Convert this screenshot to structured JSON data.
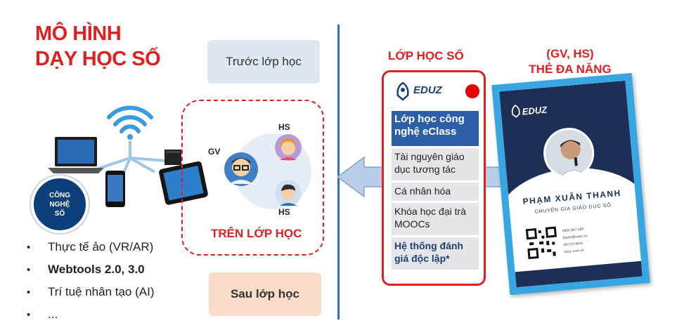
{
  "title": {
    "line1": "MÔ HÌNH",
    "line2": "DẠY HỌC SỐ"
  },
  "phases": {
    "before": "Trước lớp học",
    "during": "TRÊN LỚP HỌC",
    "after": "Sau lớp học"
  },
  "roles": {
    "teacher": "GV",
    "student_top": "HS",
    "student_bottom": "HS"
  },
  "tech_badge": {
    "line1": "CÔNG",
    "line2": "NGHỆ",
    "line3": "SỐ"
  },
  "bullets": {
    "items": [
      "Thực tế ảo (VR/AR)",
      "Webtools 2.0, 3.0",
      "Trí tuệ nhân tạo (AI)",
      "..."
    ],
    "symbol": "•"
  },
  "digital_class": {
    "title": "LỚP HỌC SỐ",
    "logo": "EDUZ",
    "items": [
      "Lớp học công nghệ eClass",
      "Tài nguyên giáo dục tương tác",
      "Cá nhân hóa",
      "Khóa học đại trà MOOCs",
      "Hệ thống đánh giá độc lập*"
    ]
  },
  "card": {
    "title_line1": "(GV, HS)",
    "title_line2": "THẺ ĐA NĂNG",
    "logo": "EDUZ",
    "name": "PHẠM XUÂN THANH",
    "role": "CHUYÊN GIA GIÁO DỤC SỐ",
    "contacts": [
      "0906.867.490",
      "thanh@eduz.vn",
      "Hồ Chí Minh",
      "eduz.com.vn"
    ]
  },
  "colors": {
    "accent_red": "#e02020",
    "divider_blue": "#2f6fb8",
    "menu_blue": "#2c5fa8",
    "card_frame": "#37a7e3",
    "card_navy": "#1e2f57",
    "arrow_blue": "#b9cde8"
  }
}
